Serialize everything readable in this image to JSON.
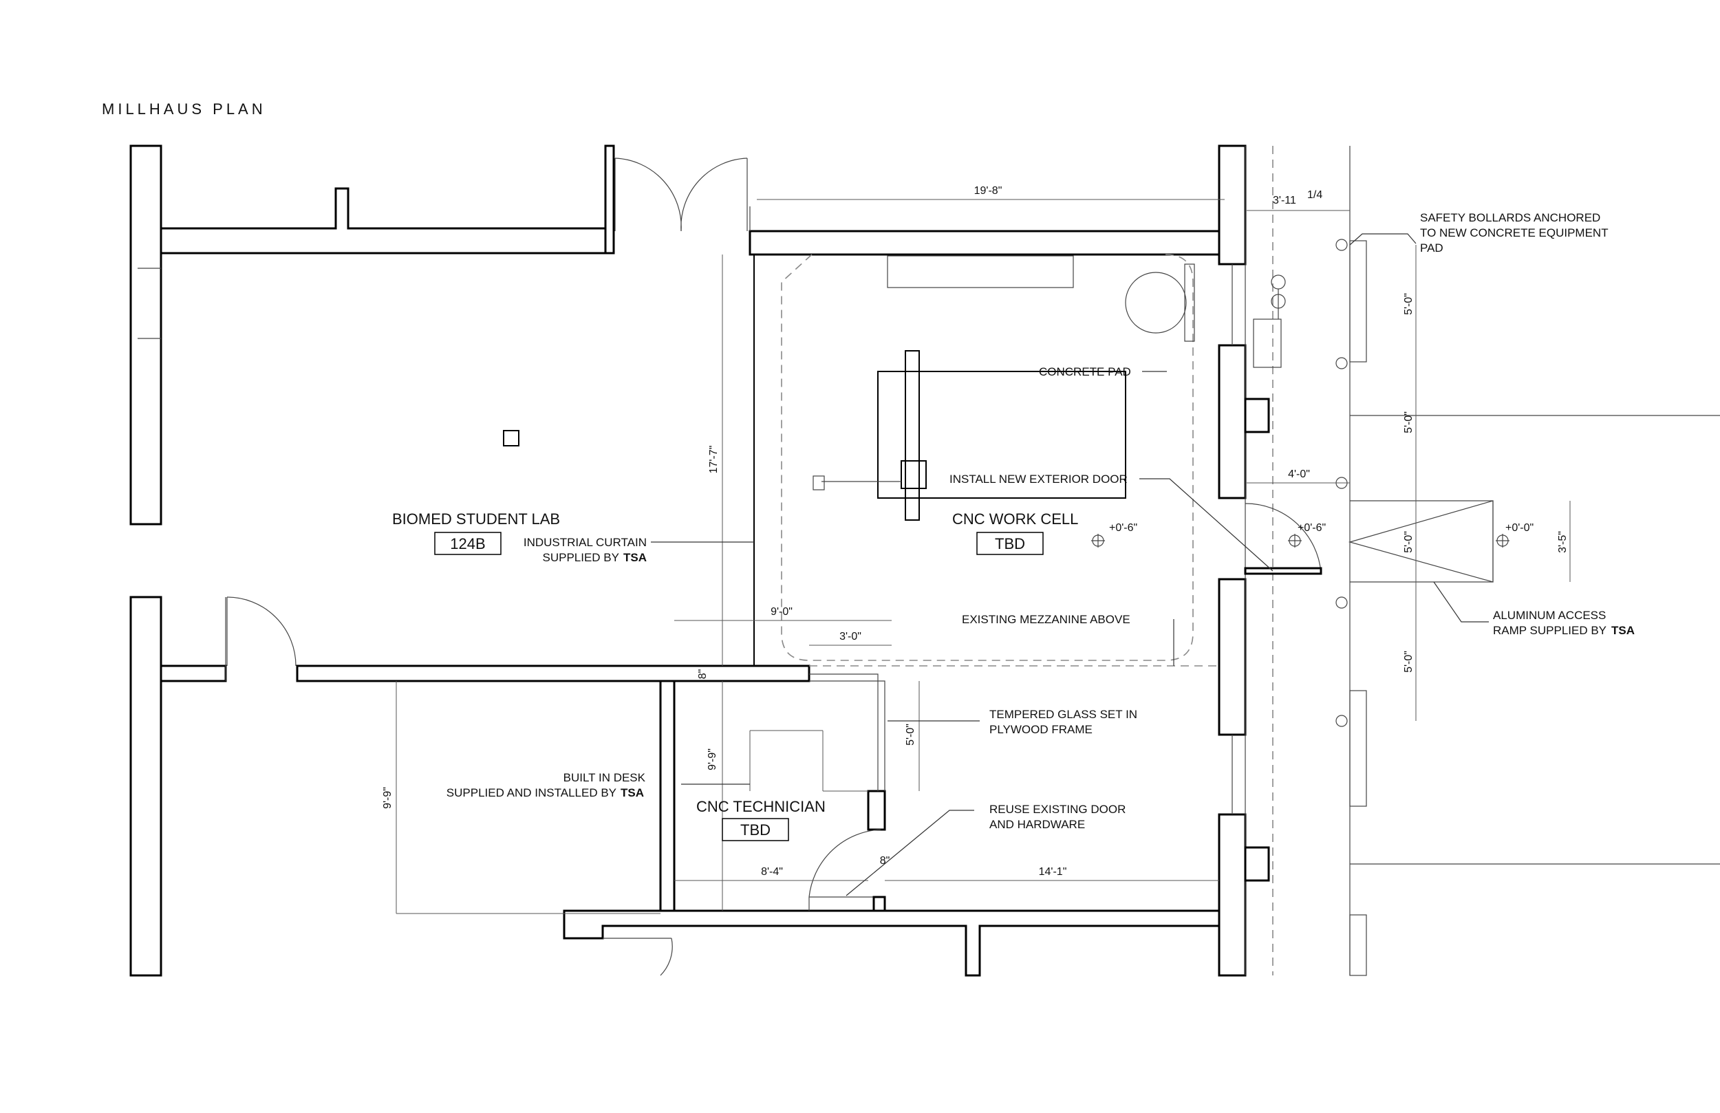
{
  "title": "MILLHAUS PLAN",
  "rooms": {
    "biomed": {
      "name": "BIOMED STUDENT LAB",
      "number": "124B"
    },
    "cnc_cell": {
      "name": "CNC WORK CELL",
      "number": "TBD"
    },
    "cnc_tech": {
      "name": "CNC TECHNICIAN",
      "number": "TBD"
    }
  },
  "notes": {
    "curtain": {
      "line1": "INDUSTRIAL CURTAIN",
      "line2": "SUPPLIED  BY",
      "bold": "TSA"
    },
    "concrete_pad": "CONCRETE PAD",
    "exterior_door": "INSTALL NEW EXTERIOR DOOR",
    "mezzanine": "EXISTING MEZZANINE ABOVE",
    "glass": {
      "line1": "TEMPERED GLASS SET IN",
      "line2": "PLYWOOD FRAME"
    },
    "desk": {
      "line1": "BUILT IN DESK",
      "line2": "SUPPLIED AND INSTALLED BY",
      "bold": "TSA"
    },
    "reuse_door": {
      "line1": "REUSE EXISTING DOOR",
      "line2": "AND HARDWARE"
    },
    "bollards": {
      "line1": "SAFETY BOLLARDS ANCHORED",
      "line2": "TO NEW CONCRETE EQUIPMENT",
      "line3": "PAD"
    },
    "ramp": {
      "line1": "ALUMINUM ACCESS",
      "line2": "RAMP SUPPLIED BY",
      "bold": "TSA"
    }
  },
  "dimensions": {
    "cell_width": "19'-8\"",
    "exterior_offset": "3'-11",
    "exterior_offset_frac": "1/4",
    "cell_height": "17'-7\"",
    "bollard_gap_1": "5'-0\"",
    "bollard_gap_2": "5'-0\"",
    "bollard_gap_3": "5'-0\"",
    "bollard_gap_4": "5'-0\"",
    "door_offset": "4'-0\"",
    "ramp_width": "3'-5\"",
    "partition": "9'-0\"",
    "glass_width": "3'-0\"",
    "wall_thickness": "8\"",
    "tech_height": "9'-9\"",
    "glass_height": "5'-0\"",
    "desk_height": "9'-9\"",
    "door_gap": "8\"",
    "tech_width": "8'-4\"",
    "corridor_width": "14'-1\""
  },
  "elevations": {
    "cell_floor": "+0'-6\"",
    "landing": "+0'-6\"",
    "exterior": "+0'-0\""
  }
}
